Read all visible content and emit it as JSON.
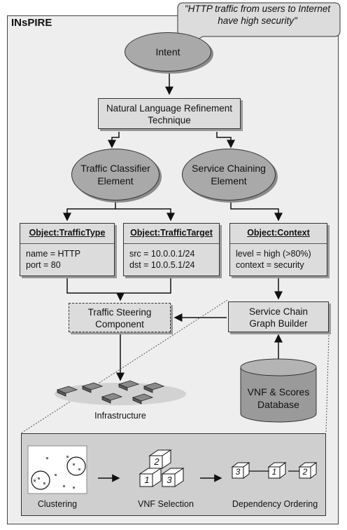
{
  "diagram": {
    "title": "INsPIRE",
    "bubble": {
      "line1": "\"HTTP traffic from users to Internet",
      "line2": "have high security\""
    },
    "intent": "Intent",
    "nlr": {
      "line1": "Natural Language Refinement",
      "line2": "Technique"
    },
    "classifier": {
      "line1": "Traffic Classifier",
      "line2": "Element"
    },
    "chaining": {
      "line1": "Service Chaining",
      "line2": "Element"
    },
    "objects": [
      {
        "header": "Object:TrafficType",
        "line1": "name = HTTP",
        "line2": "port = 80"
      },
      {
        "header": "Object:TrafficTarget",
        "line1": "src = 10.0.0.1/24",
        "line2": "dst = 10.0.5.1/24"
      },
      {
        "header": "Object:Context",
        "line1": "level = high (>80%)",
        "line2": "context = security"
      }
    ],
    "steering": {
      "line1": "Traffic Steering",
      "line2": "Component"
    },
    "builder": {
      "line1": "Service Chain",
      "line2": "Graph Builder"
    },
    "database": {
      "line1": "VNF & Scores",
      "line2": "Database"
    },
    "infrastructure": "Infrastructure",
    "steps": {
      "clustering": "Clustering",
      "vnf_selection": "VNF Selection",
      "dependency_ordering": "Dependency Ordering",
      "cube_labels": [
        "1",
        "2",
        "3"
      ],
      "order_labels": [
        "3",
        "1",
        "2"
      ]
    }
  }
}
